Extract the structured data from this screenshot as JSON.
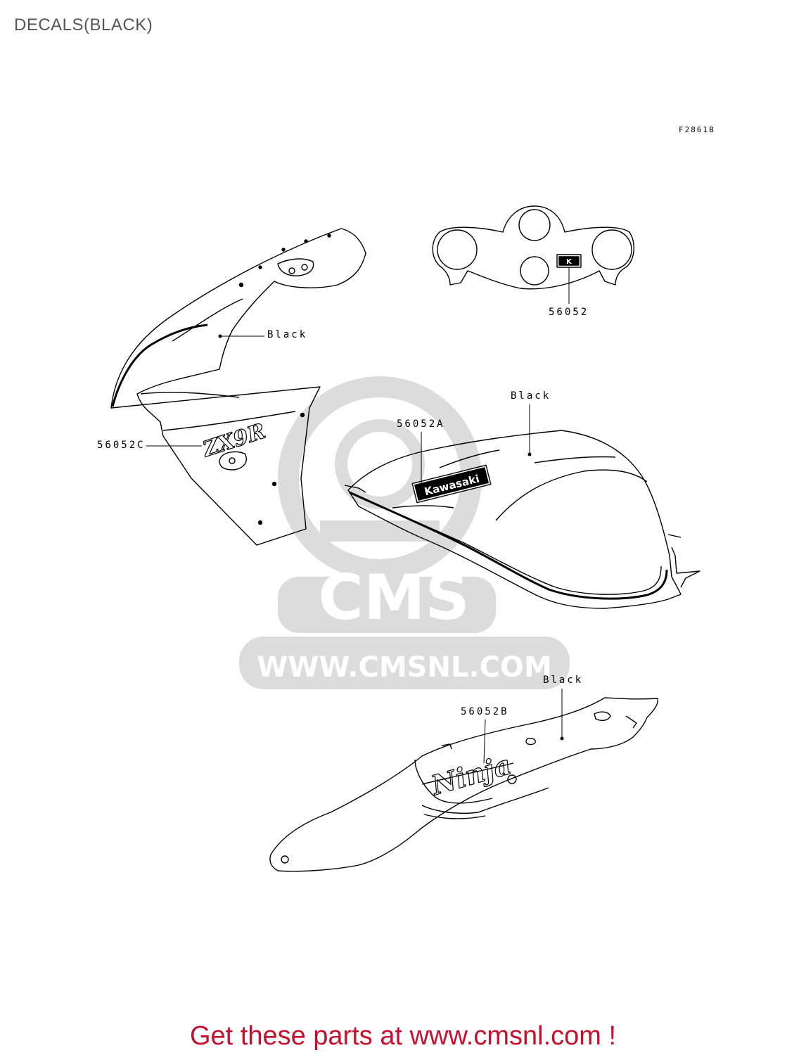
{
  "page": {
    "title": "DECALS(BLACK)",
    "figure_code": "F2861B",
    "promo_text": "Get these parts at www.cmsnl.com !"
  },
  "watermark": {
    "brand": "CMS",
    "url": "WWW.CMSNL.COM"
  },
  "callouts": {
    "fairing_color": "Black",
    "fairing_part": "56052C",
    "bracket_part": "56052",
    "tank_color": "Black",
    "tank_part": "56052A",
    "tail_color": "Black",
    "tail_part": "56052B"
  },
  "decal_text": {
    "zx9r": "ZX9R",
    "kawasaki": "Kawasaki",
    "ninja": "Ninja",
    "k_logo": "K"
  },
  "colors": {
    "line": "#000000",
    "title": "#555555",
    "promo": "#c8102e",
    "watermark": "#d9d9d9"
  }
}
